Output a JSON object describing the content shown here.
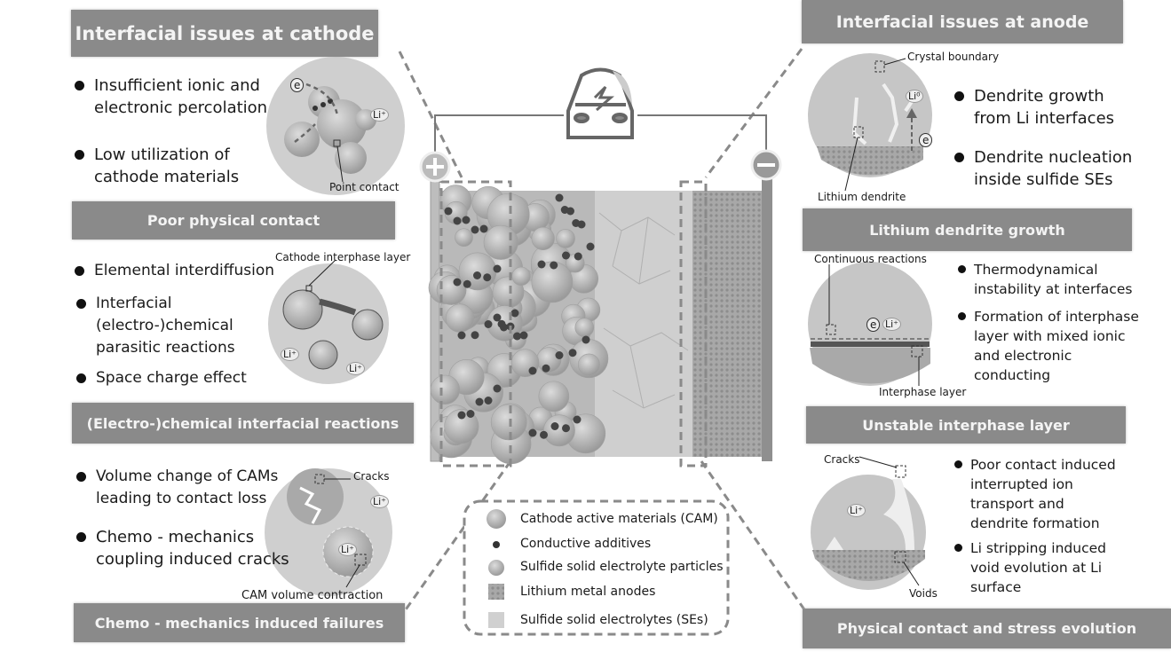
{
  "cathode": {
    "title": "Interfacial issues at cathode",
    "contact_bullets": [
      "Insufficient ionic and electronic percolation",
      "Low utilization of cathode materials"
    ],
    "contact_label": "Point contact",
    "contact_title": "Poor physical contact",
    "chem_bullets": [
      "Elemental interdiffusion",
      "Interfacial (electro-)chemical parasitic reactions",
      "Space charge effect"
    ],
    "chem_label": "Cathode interphase layer",
    "chem_title": "(Electro-)chemical interfacial reactions",
    "mech_bullets": [
      "Volume change of CAMs leading to contact loss",
      "Chemo - mechanics coupling induced cracks"
    ],
    "mech_label_cracks": "Cracks",
    "mech_label_volume": "CAM volume contraction",
    "mech_title": "Chemo - mechanics induced failures"
  },
  "anode": {
    "title": "Interfacial issues at anode",
    "dendrite_bullets": [
      "Dendrite growth from Li interfaces",
      "Dendrite nucleation inside sulfide SEs"
    ],
    "dendrite_label_boundary": "Crystal boundary",
    "dendrite_label_dendrite": "Lithium dendrite",
    "dendrite_title": "Lithium dendrite growth",
    "interphase_bullets": [
      "Thermodynamical instability at interfaces",
      "Formation of interphase layer with mixed ionic and electronic conducting"
    ],
    "interphase_label_reactions": "Continuous reactions",
    "interphase_label_layer": "Interphase layer",
    "interphase_title": "Unstable interphase layer",
    "stress_bullets": [
      "Poor contact induced interrupted ion transport and dendrite formation",
      "Li stripping induced void evolution at Li surface"
    ],
    "stress_label_cracks": "Cracks",
    "stress_label_voids": "Voids",
    "stress_title": "Physical contact and stress evolution"
  },
  "symbols": {
    "electron": "e",
    "li_ion": "Li⁺",
    "li_metal": "Li⁰",
    "plus": "+",
    "minus": "−"
  },
  "legend": [
    {
      "label": "Cathode active materials (CAM)",
      "icon": "large-sphere"
    },
    {
      "label": "Conductive additives",
      "icon": "small-dot"
    },
    {
      "label": "Sulfide solid electrolyte particles",
      "icon": "medium-sphere"
    },
    {
      "label": "Lithium metal anodes",
      "icon": "dotted-square"
    },
    {
      "label": "Sulfide solid electrolytes (SEs)",
      "icon": "light-square"
    }
  ],
  "colors": {
    "header_bg": "#8a8a8a",
    "circle_bg": "#c8c8c8",
    "dashed": "#8a8a8a"
  }
}
